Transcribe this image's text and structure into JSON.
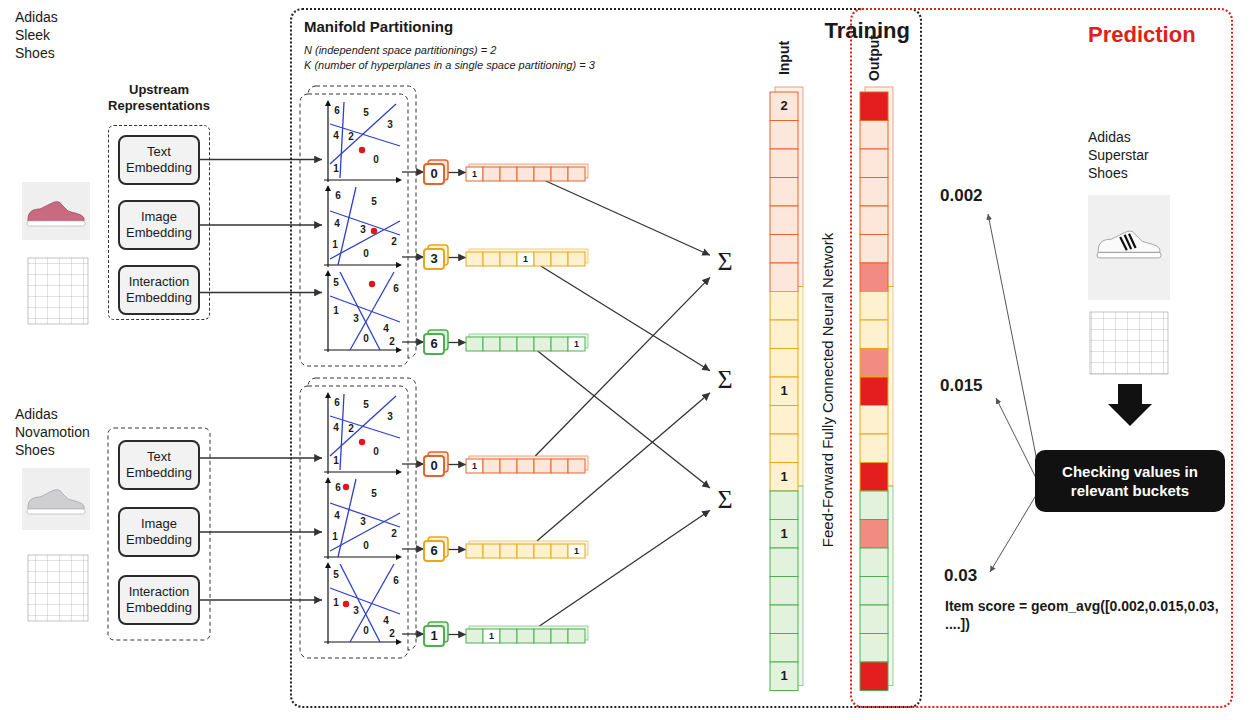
{
  "diagram": {
    "nodes": [
      {
        "text": [
          "Manifold Partitioning",
          "N (independent space partitionings) = 2",
          "K (number of hyperplanes in a single space partitioning) = 3",
          "Training"
        ]
      },
      {
        "text": [
          "Upstream Representations"
        ]
      },
      {
        "text": [
          "Text Embedding"
        ],
        "in": 1
      },
      {
        "text": [
          "Image Embedding"
        ],
        "in": 1
      },
      {
        "text": [
          "Interaction Embedding"
        ],
        "in": 1
      },
      {
        "text": [
          "Text Embedding"
        ]
      },
      {
        "text": [
          "Image Embedding"
        ]
      },
      {
        "text": [
          "Interaction Embedding"
        ]
      },
      {
        "text": [
          "6",
          "4",
          "2",
          "5",
          "3",
          "1",
          "0"
        ],
        "in": 0
      },
      {
        "text": [
          "6",
          "5",
          "4",
          "3",
          "2",
          "1",
          "0"
        ],
        "in": 0
      },
      {
        "text": [
          "5",
          "6",
          "1",
          "3",
          "4",
          "0",
          "2"
        ],
        "in": 0
      },
      {
        "text": [
          "6",
          "4",
          "2",
          "5",
          "3",
          "1",
          "0"
        ],
        "in": 0
      },
      {
        "text": [
          "6",
          "5",
          "4",
          "3",
          "2",
          "1",
          "0"
        ],
        "in": 0
      },
      {
        "text": [
          "5",
          "6",
          "1",
          "3",
          "4",
          "0",
          "2"
        ],
        "in": 0
      },
      {
        "text": [
          "0"
        ],
        "in": 0
      },
      {
        "text": [
          "3"
        ],
        "in": 0
      },
      {
        "text": [
          "6"
        ],
        "in": 0
      },
      {
        "text": [
          "0"
        ],
        "in": 0
      },
      {
        "text": [
          "6"
        ],
        "in": 0
      },
      {
        "text": [
          "1"
        ],
        "in": 0
      },
      {
        "text": [
          "1"
        ],
        "in": 0
      },
      {
        "text": [
          "1"
        ],
        "in": 0
      },
      {
        "text": [
          "1"
        ],
        "in": 0
      },
      {
        "text": [
          "1"
        ],
        "in": 0
      },
      {
        "text": [
          "1"
        ],
        "in": 0
      },
      {
        "text": [
          "1"
        ],
        "in": 0
      },
      {
        "text": [
          "Σ"
        ],
        "in": 0
      },
      {
        "text": [
          "Σ"
        ],
        "in": 0
      },
      {
        "text": [
          "Σ"
        ],
        "in": 0
      },
      {
        "text": [
          "Input",
          "2",
          "1",
          "1",
          "1",
          "1"
        ],
        "in": 0
      },
      {
        "text": [
          "Output"
        ],
        "in": 0
      },
      {
        "text": [
          "Prediction"
        ]
      },
      {
        "text": [
          "Checking values in relevant buckets"
        ],
        "in": 31
      }
    ],
    "edges": [
      {
        "from": 2,
        "to": 8,
        "arrow": "to"
      },
      {
        "from": 3,
        "to": 9,
        "arrow": "to"
      },
      {
        "from": 4,
        "to": 10,
        "arrow": "to"
      },
      {
        "from": 5,
        "to": 11,
        "arrow": "to"
      },
      {
        "from": 6,
        "to": 12,
        "arrow": "to"
      },
      {
        "from": 7,
        "to": 13,
        "arrow": "to"
      },
      {
        "from": 8,
        "to": 14,
        "arrow": "to"
      },
      {
        "from": 9,
        "to": 15,
        "arrow": "to"
      },
      {
        "from": 10,
        "to": 16,
        "arrow": "to"
      },
      {
        "from": 11,
        "to": 17,
        "arrow": "to"
      },
      {
        "from": 12,
        "to": 18,
        "arrow": "to"
      },
      {
        "from": 13,
        "to": 19,
        "arrow": "to"
      },
      {
        "from": 14,
        "to": 20,
        "arrow": "to"
      },
      {
        "from": 15,
        "to": 21,
        "arrow": "to"
      },
      {
        "from": 16,
        "to": 22,
        "arrow": "to"
      },
      {
        "from": 17,
        "to": 23,
        "arrow": "to"
      },
      {
        "from": 18,
        "to": 24,
        "arrow": "to"
      },
      {
        "from": 19,
        "to": 25,
        "arrow": "to"
      },
      {
        "from": 20,
        "to": 26,
        "arrow": "to"
      },
      {
        "from": 21,
        "to": 27,
        "arrow": "to"
      },
      {
        "from": 22,
        "to": 28,
        "arrow": "to"
      },
      {
        "from": 23,
        "to": 26,
        "arrow": "to"
      },
      {
        "from": 24,
        "to": 27,
        "arrow": "to"
      },
      {
        "from": 25,
        "to": 28,
        "arrow": "to"
      }
    ],
    "labels": [
      "Adidas Sleek Shoes",
      "Adidas Novamotion Shoes",
      "Feed-Forward Fully Connected Neural Network",
      "0.002",
      "0.015",
      "0.03",
      "Adidas Superstar Shoes",
      "Item score = geom_avg([0.002,0.015,0.03, ....])"
    ]
  }
}
